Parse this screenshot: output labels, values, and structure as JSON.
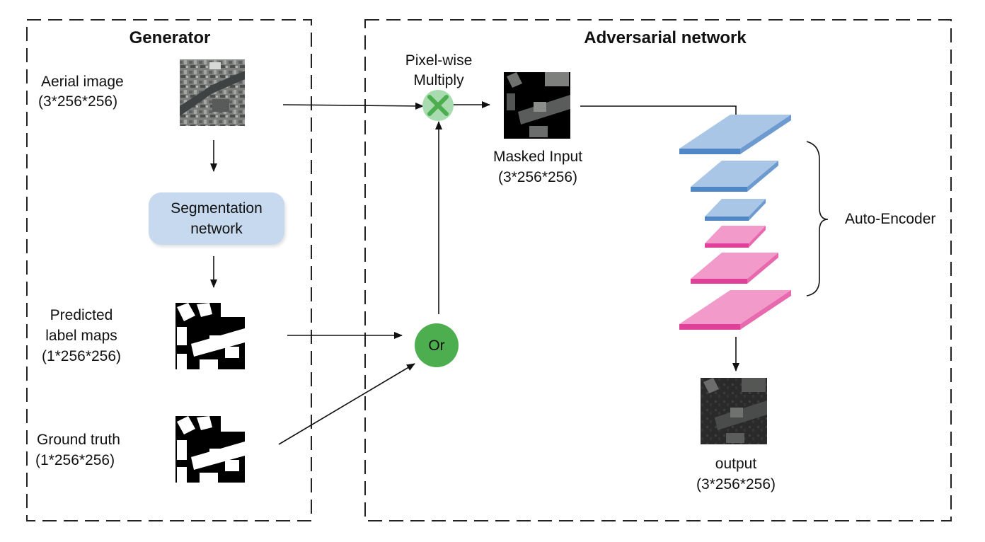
{
  "panels": {
    "generator_title": "Generator",
    "adversarial_title": "Adversarial network"
  },
  "inputs": {
    "aerial_label": "Aerial image",
    "aerial_dims": "(3*256*256)",
    "predicted_label_line1": "Predicted",
    "predicted_label_line2": "label maps",
    "predicted_dims": "(1*256*256)",
    "ground_truth_label": "Ground truth",
    "ground_truth_dims": "(1*256*256)"
  },
  "segmentation": {
    "line1": "Segmentation",
    "line2": "network"
  },
  "operators": {
    "multiply_line1": "Pixel-wise",
    "multiply_line2": "Multiply",
    "or_label": "Or"
  },
  "masked": {
    "label": "Masked Input",
    "dims": "(3*256*256)"
  },
  "autoencoder": {
    "label": "Auto-Encoder"
  },
  "output": {
    "label": "output",
    "dims": "(3*256*256)"
  },
  "colors": {
    "encoder_layer": "#a9c6e6",
    "encoder_edge": "#4f86c6",
    "decoder_layer": "#f29ac9",
    "decoder_edge": "#e0409a",
    "operator_green": "#4cae4f",
    "multiply_fill": "#a8dcb0",
    "segmentation_box": "#c7d9ee"
  }
}
